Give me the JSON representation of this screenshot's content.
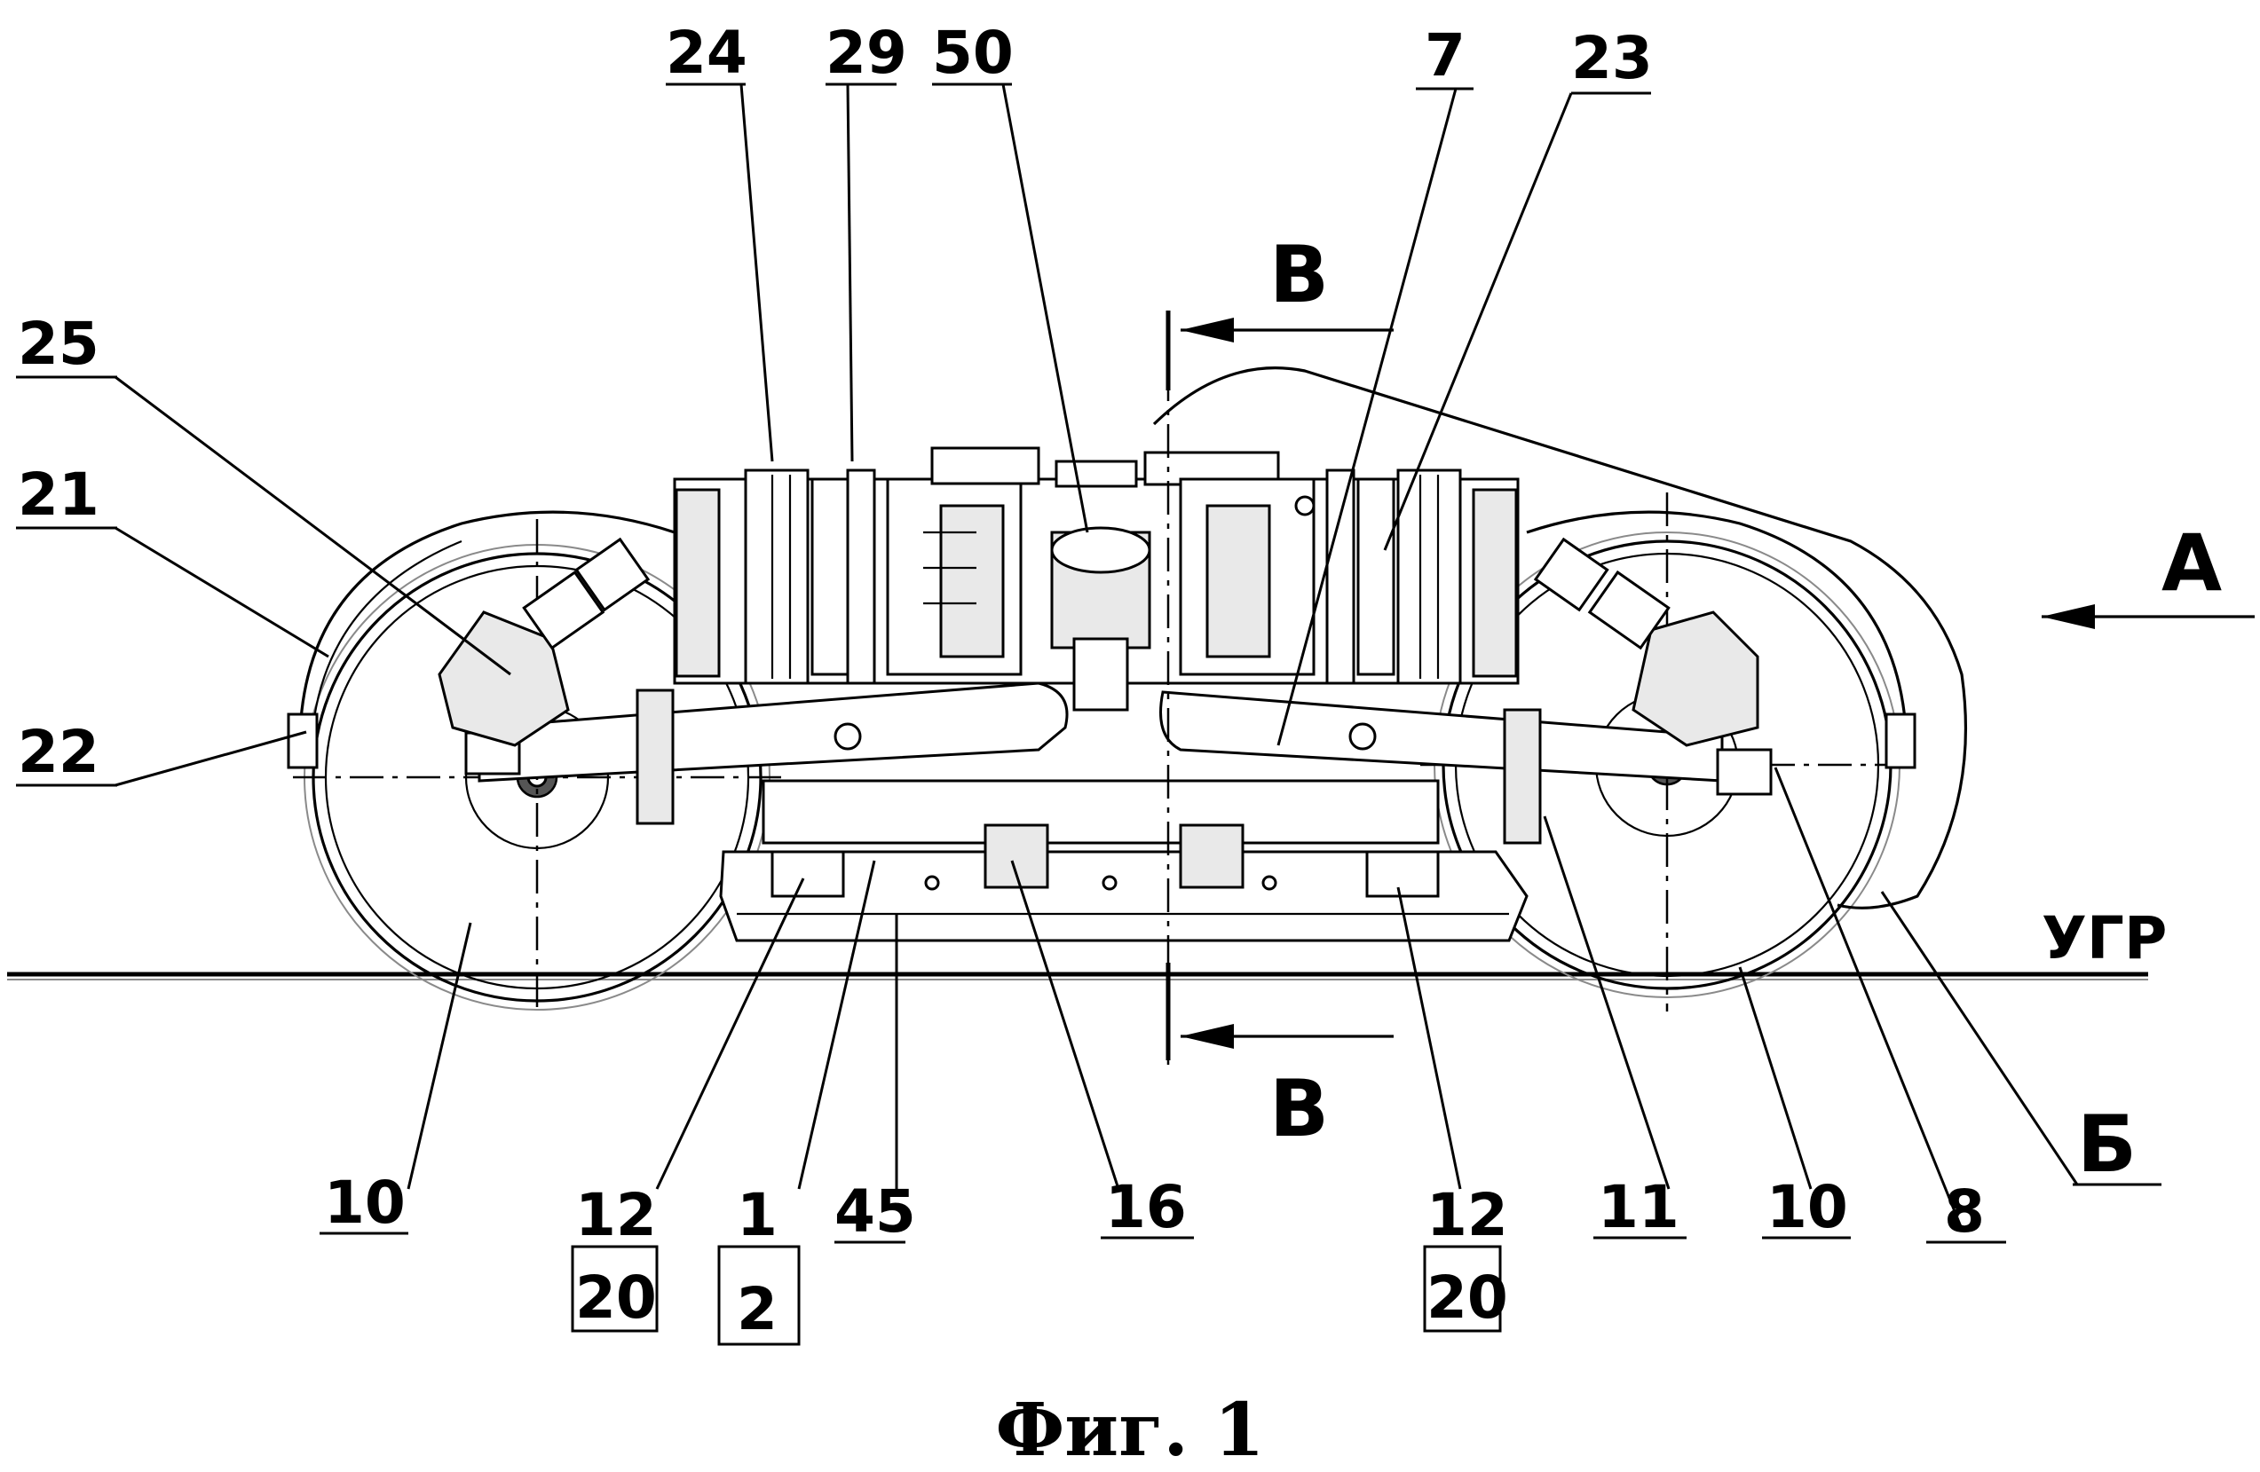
{
  "figure": {
    "caption": "Фиг. 1",
    "reference_labels": {
      "top": [
        "24",
        "29",
        "50",
        "7",
        "23"
      ],
      "left": [
        "25",
        "21",
        "22"
      ],
      "bottom": [
        "10",
        "12",
        "20",
        "1",
        "2",
        "45",
        "16",
        "12",
        "20",
        "11",
        "10",
        "8"
      ],
      "right": [
        "УГР",
        "Б"
      ]
    },
    "view_arrows": {
      "view_a": "А",
      "section_top": "В",
      "section_bottom": "В"
    }
  }
}
